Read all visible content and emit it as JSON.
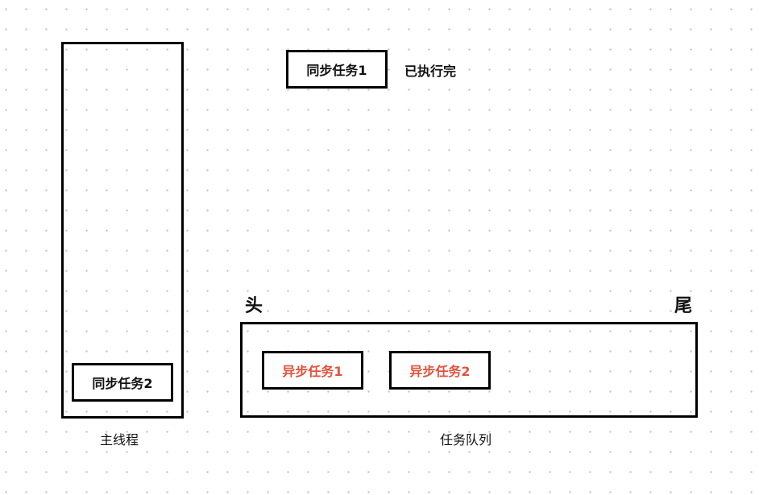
{
  "main_thread": {
    "label": "主线程",
    "task": "同步任务2"
  },
  "executed": {
    "task": "同步任务1",
    "status": "已执行完"
  },
  "task_queue": {
    "label": "任务队列",
    "head": "头",
    "tail": "尾",
    "tasks": [
      "异步任务1",
      "异步任务2"
    ]
  },
  "colors": {
    "async_task": "#e0533d",
    "border": "#000000"
  }
}
